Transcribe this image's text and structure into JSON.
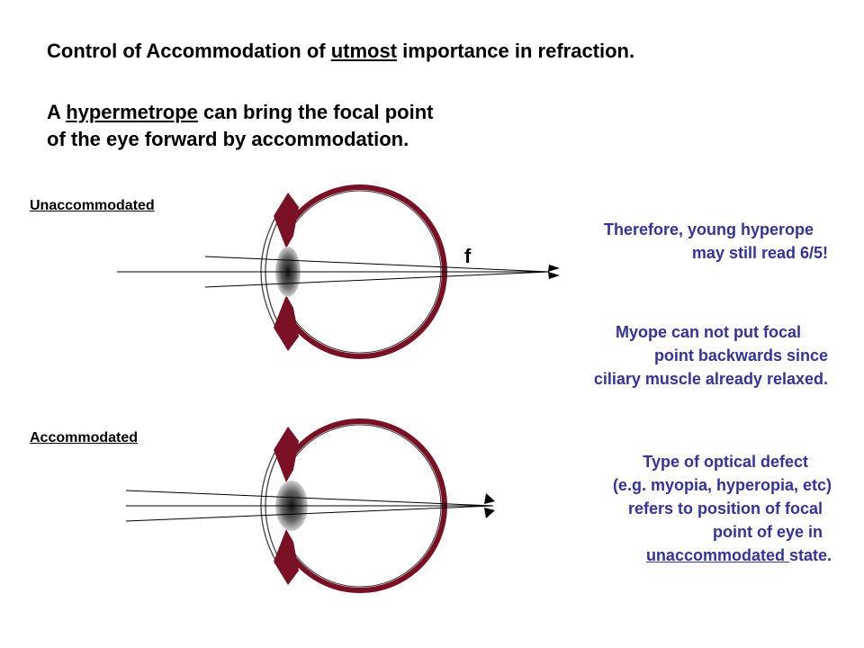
{
  "heading": {
    "line1_pre": "Control of Accommodation of ",
    "line1_u": "utmost",
    "line1_post": " importance in refraction.",
    "line2_pre": "A ",
    "line2_u": "hypermetrope",
    "line2_post": " can bring the focal point",
    "line3": "of the eye forward by accommodation."
  },
  "labels": {
    "unaccommodated": "Unaccommodated",
    "accommodated": "Accommodated",
    "focal_point": "f"
  },
  "notes": {
    "hyperope_1": "Therefore, young hyperope",
    "hyperope_2": "may still read 6/5!",
    "myope_1": "Myope can not put focal",
    "myope_2": "point backwards since",
    "myope_3": "ciliary muscle already relaxed.",
    "defect_1": "Type of optical defect",
    "defect_2": "(e.g. myopia, hyperopia, etc)",
    "defect_3": "refers to position of focal",
    "defect_4": "point of eye in",
    "defect_5_u": "unaccommodated ",
    "defect_5_post": "state."
  },
  "colors": {
    "eye_wall": "#7a1023",
    "text_blue": "#333399"
  }
}
